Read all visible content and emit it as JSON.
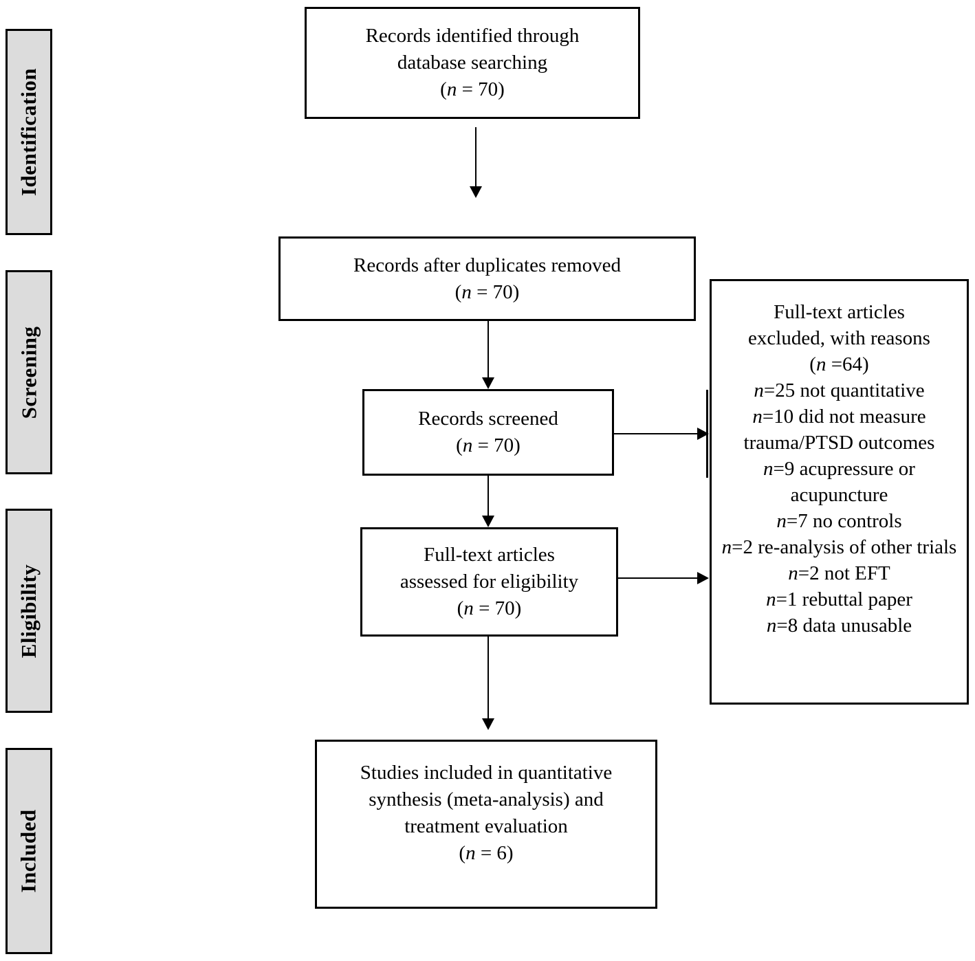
{
  "colors": {
    "background": "#ffffff",
    "box_border": "#000000",
    "stage_fill": "#dcdcdc",
    "text": "#000000"
  },
  "stages": [
    {
      "label": "Identification"
    },
    {
      "label": "Screening"
    },
    {
      "label": "Eligibility"
    },
    {
      "label": "Included"
    }
  ],
  "flow": {
    "identified": {
      "lines": [
        "Records identified through",
        "database searching"
      ],
      "count": {
        "pre": "(",
        "var": "n",
        "post": " = 70)"
      }
    },
    "duplicates_removed": {
      "lines": [
        "Records after duplicates removed"
      ],
      "count": {
        "pre": "(",
        "var": "n",
        "post": " = 70)"
      }
    },
    "screened": {
      "lines": [
        "Records screened"
      ],
      "count": {
        "pre": "(",
        "var": "n",
        "post": " = 70)"
      }
    },
    "fulltext_assessed": {
      "lines": [
        "Full-text articles",
        "assessed for eligibility"
      ],
      "count": {
        "pre": "(",
        "var": "n",
        "post": " = 70)"
      }
    },
    "included_studies": {
      "lines": [
        "Studies included in quantitative",
        "synthesis (meta-analysis) and",
        "treatment evaluation"
      ],
      "count": {
        "pre": "(",
        "var": "n",
        "post": " = 6)"
      }
    }
  },
  "excluded": {
    "lines": [
      "Full-text articles",
      "excluded, with reasons"
    ],
    "count": {
      "pre": "(",
      "var": "n",
      "post": " =64)"
    },
    "reasons": [
      {
        "var": "n",
        "text": "=25 not quantitative"
      },
      {
        "var": "n",
        "text": "=10 did not measure trauma/PTSD outcomes"
      },
      {
        "var": "n",
        "text": "=9 acupressure or acupuncture"
      },
      {
        "var": "n",
        "text": "=7 no controls"
      },
      {
        "var": "n",
        "text": "=2 re-analysis of other trials"
      },
      {
        "var": "n",
        "text": "=2 not EFT"
      },
      {
        "var": "n",
        "text": "=1 rebuttal paper"
      },
      {
        "var": "n",
        "text": "=8 data unusable"
      }
    ]
  }
}
